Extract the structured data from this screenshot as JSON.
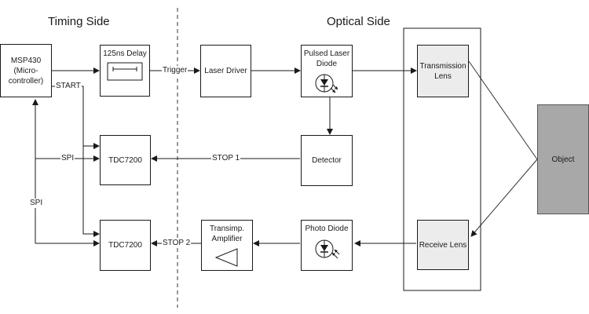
{
  "headers": {
    "timing": "Timing Side",
    "optical": "Optical Side"
  },
  "blocks": {
    "msp430": "MSP430\n(Micro-\ncontroller)",
    "delay": "125ns Delay",
    "laser_driver": "Laser Driver",
    "pulsed_laser": "Pulsed Laser\nDiode",
    "tx_lens": "Transmission\nLens",
    "detector": "Detector",
    "tdc1": "TDC7200",
    "tdc2": "TDC7200",
    "transimp": "Transimp.\nAmplifier",
    "photo_diode": "Photo Diode",
    "rx_lens": "Receive Lens",
    "object": "Object"
  },
  "signals": {
    "trigger": "Trigger",
    "start": "START",
    "spi_h": "SPI",
    "spi_v": "SPI",
    "stop1": "STOP 1",
    "stop2": "STOP 2"
  }
}
